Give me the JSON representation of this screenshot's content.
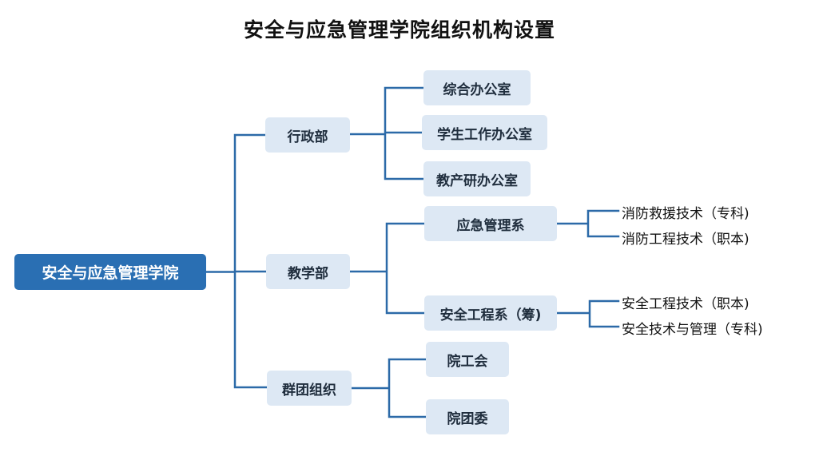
{
  "title": "安全与应急管理学院组织机构设置",
  "colors": {
    "root_fill": "#2a6fb3",
    "node_fill": "#dde8f4",
    "connector": "#2c6aa8"
  },
  "root": {
    "label": "安全与应急管理学院"
  },
  "branches": [
    {
      "label": "行政部",
      "children": [
        {
          "label": "综合办公室",
          "children": []
        },
        {
          "label": "学生工作办公室",
          "children": []
        },
        {
          "label": "教产研办公室",
          "children": []
        }
      ]
    },
    {
      "label": "教学部",
      "children": [
        {
          "label": "应急管理系",
          "children": [
            "消防救援技术（专科)",
            "消防工程技术（职本)"
          ]
        },
        {
          "label": "安全工程系（筹)",
          "children": [
            "安全工程技术（职本)",
            "安全技术与管理（专科)"
          ]
        }
      ]
    },
    {
      "label": "群团组织",
      "children": [
        {
          "label": "院工会",
          "children": []
        },
        {
          "label": "院团委",
          "children": []
        }
      ]
    }
  ]
}
